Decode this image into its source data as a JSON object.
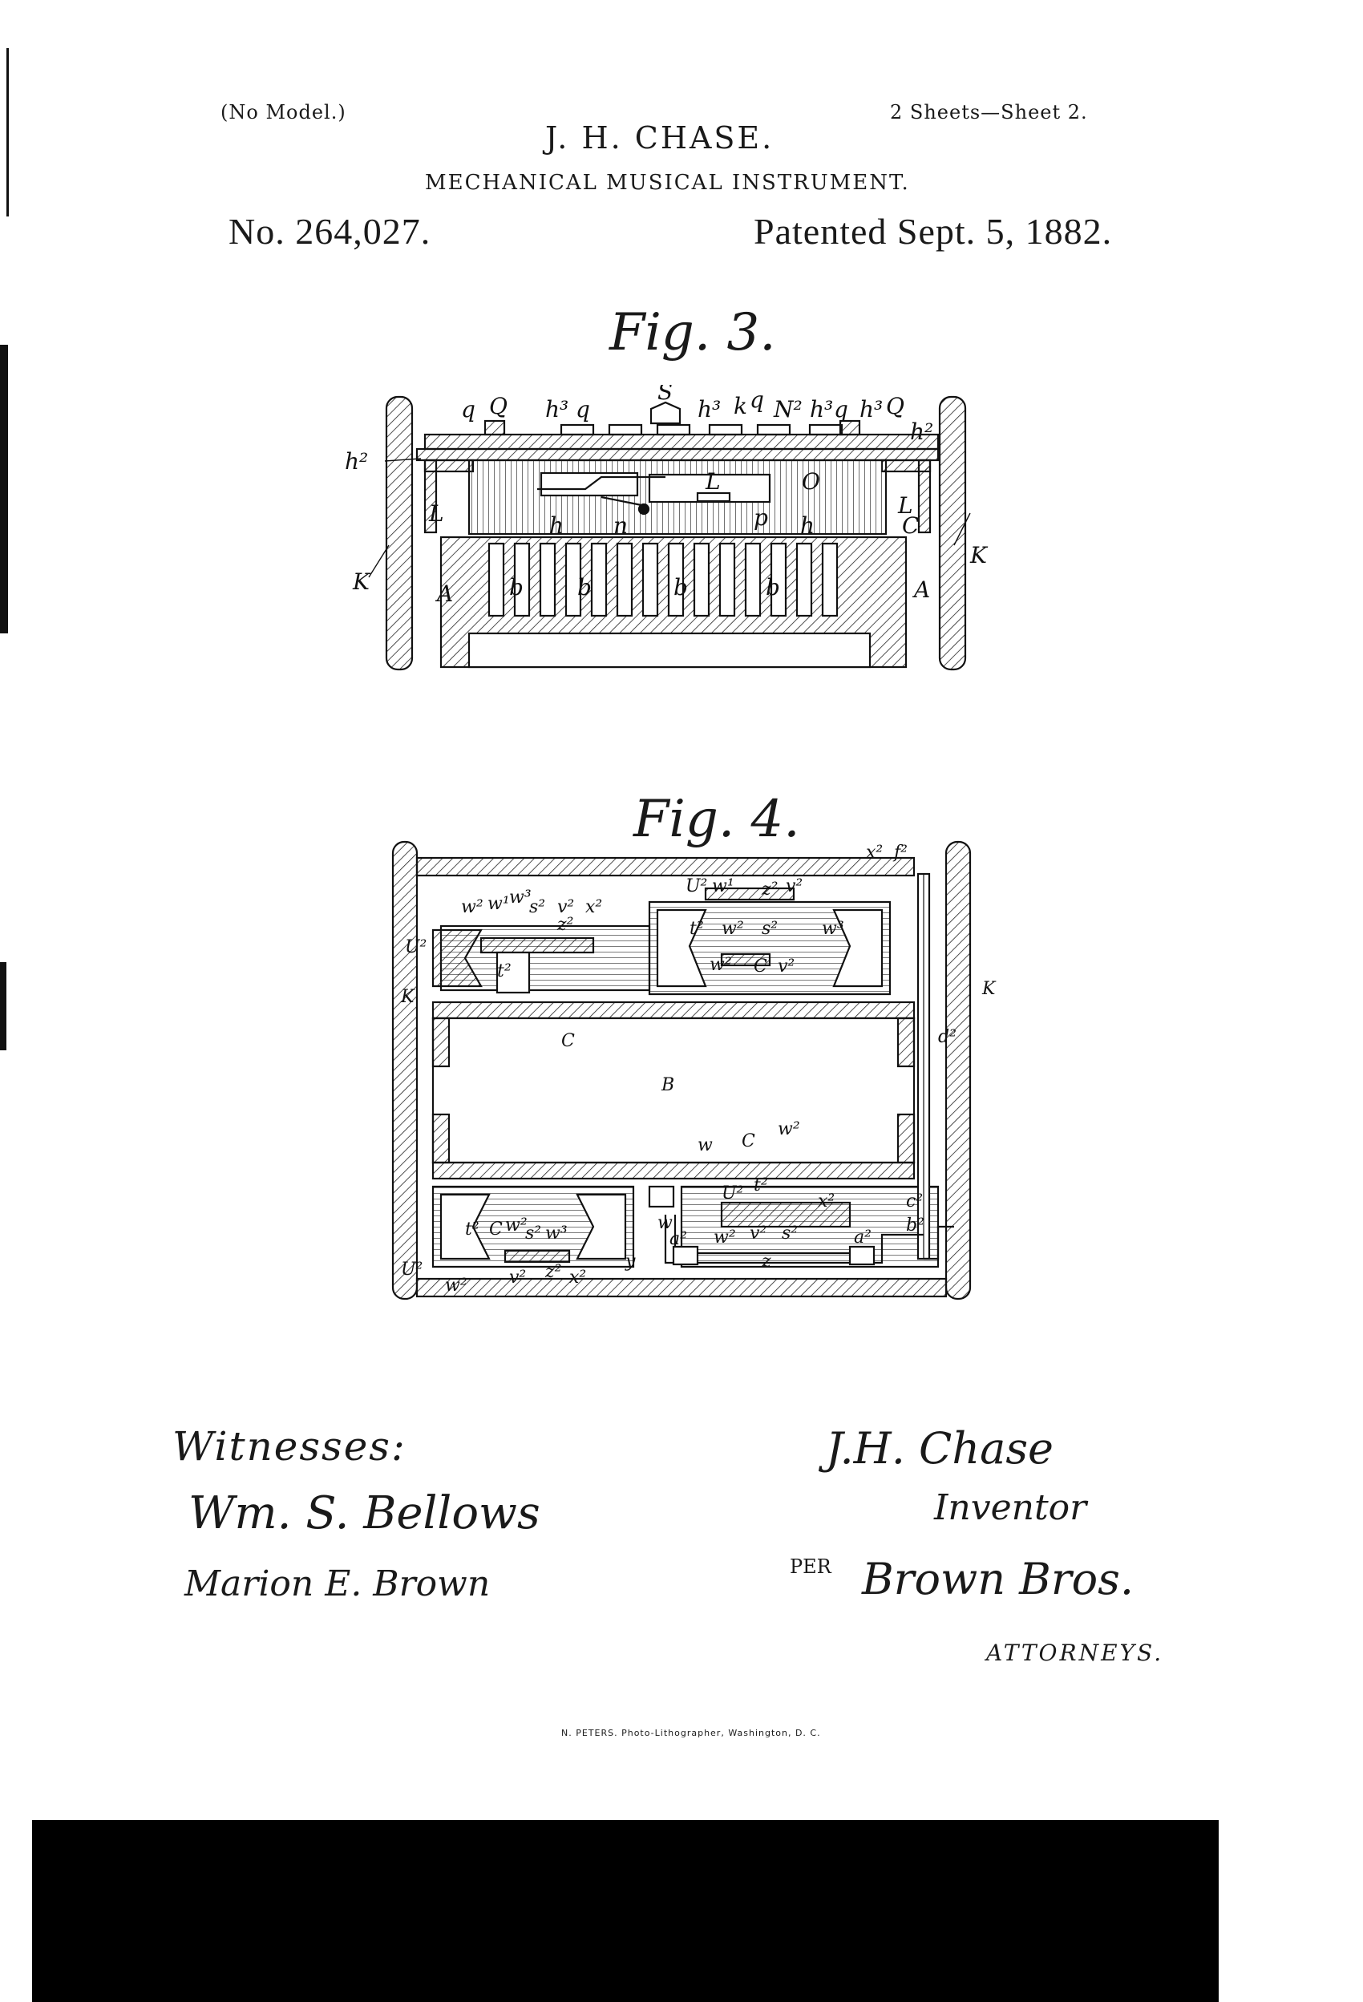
{
  "header": {
    "no_model": "(No Model.)",
    "inventor_name": "J. H. CHASE.",
    "sheets": "2 Sheets—Sheet 2.",
    "title": "MECHANICAL MUSICAL INSTRUMENT.",
    "patent_no": "No. 264,027.",
    "patented": "Patented Sept. 5, 1882."
  },
  "fig3": {
    "label": "Fig. 3.",
    "letters": [
      "q",
      "Q",
      "h³",
      "q",
      "S",
      "h³",
      "k",
      "q",
      "N²",
      "h³",
      "q",
      "h³",
      "Q",
      "h²",
      "h²",
      "L",
      "K",
      "A",
      "b",
      "b",
      "b",
      "b",
      "h",
      "n",
      "L",
      "O",
      "p",
      "h",
      "L",
      "C",
      "K",
      "A"
    ]
  },
  "fig4": {
    "label": "Fig. 4.",
    "letters": [
      "w²",
      "w¹",
      "w³",
      "s²",
      "v²",
      "x²",
      "z²",
      "U²",
      "t²",
      "K",
      "C",
      "U²",
      "w¹",
      "z²",
      "v²",
      "t²",
      "w²",
      "s²",
      "w³",
      "w²",
      "C",
      "v²",
      "x²",
      "f²",
      "K",
      "d²",
      "B",
      "w",
      "C",
      "w²",
      "t²",
      "C",
      "w²",
      "s²",
      "w³",
      "U²",
      "w²",
      "v²",
      "z²",
      "x²",
      "w",
      "y",
      "a²",
      "w²",
      "v²",
      "s²",
      "z",
      "a²",
      "c²",
      "b²",
      "U²",
      "t²",
      "x²"
    ]
  },
  "witnesses": {
    "heading": "Witnesses:",
    "witness1": "Wm. S. Bellows",
    "witness2": "Marion E. Brown"
  },
  "inventor": {
    "signature": "J.H. Chase",
    "role": "Inventor",
    "per": "PER",
    "attorneys_sig": "Brown Bros.",
    "attorneys": "ATTORNEYS."
  },
  "lithographer": "N. PETERS. Photo-Lithographer, Washington, D. C."
}
